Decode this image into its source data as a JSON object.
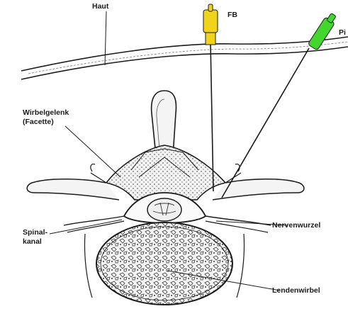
{
  "labels": {
    "haut": "Haut",
    "fb": "FB",
    "pi": "Pi",
    "wirbelgelenk": "Wirbelgelenk\n(Facette)",
    "spinalkanal": "Spinal-\nkanal",
    "nervenwurzel": "Nervenwurzel",
    "lendenwirbel": "Lendenwirbel"
  },
  "colors": {
    "ink": "#1b1b1b",
    "background": "#ffffff",
    "needle_fb": "#f2d31b",
    "needle_pi": "#43d62c",
    "bone_fill": "#f4f4f4"
  },
  "icons": {
    "needle_fb": "yellow-needle-hub",
    "needle_pi": "green-needle-hub"
  }
}
